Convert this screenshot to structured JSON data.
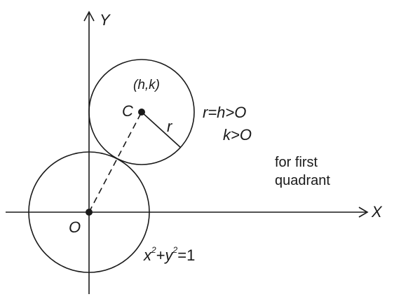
{
  "diagram": {
    "axis_x_label": "X",
    "axis_y_label": "Y",
    "origin_label": "O",
    "center_label": "C",
    "center_coords": "(h,k)",
    "radius_label": "r",
    "condition_1": "r=h>O",
    "condition_2": "k>O",
    "note_line_1": "for first",
    "note_line_2": "quadrant",
    "unit_circle_eq": {
      "x": "x",
      "exp1": "2",
      "plus": "+",
      "y": "y",
      "exp2": "2",
      "rhs": "=1"
    }
  },
  "colors": {
    "stroke": "#1a1a1a",
    "background": "#ffffff"
  }
}
